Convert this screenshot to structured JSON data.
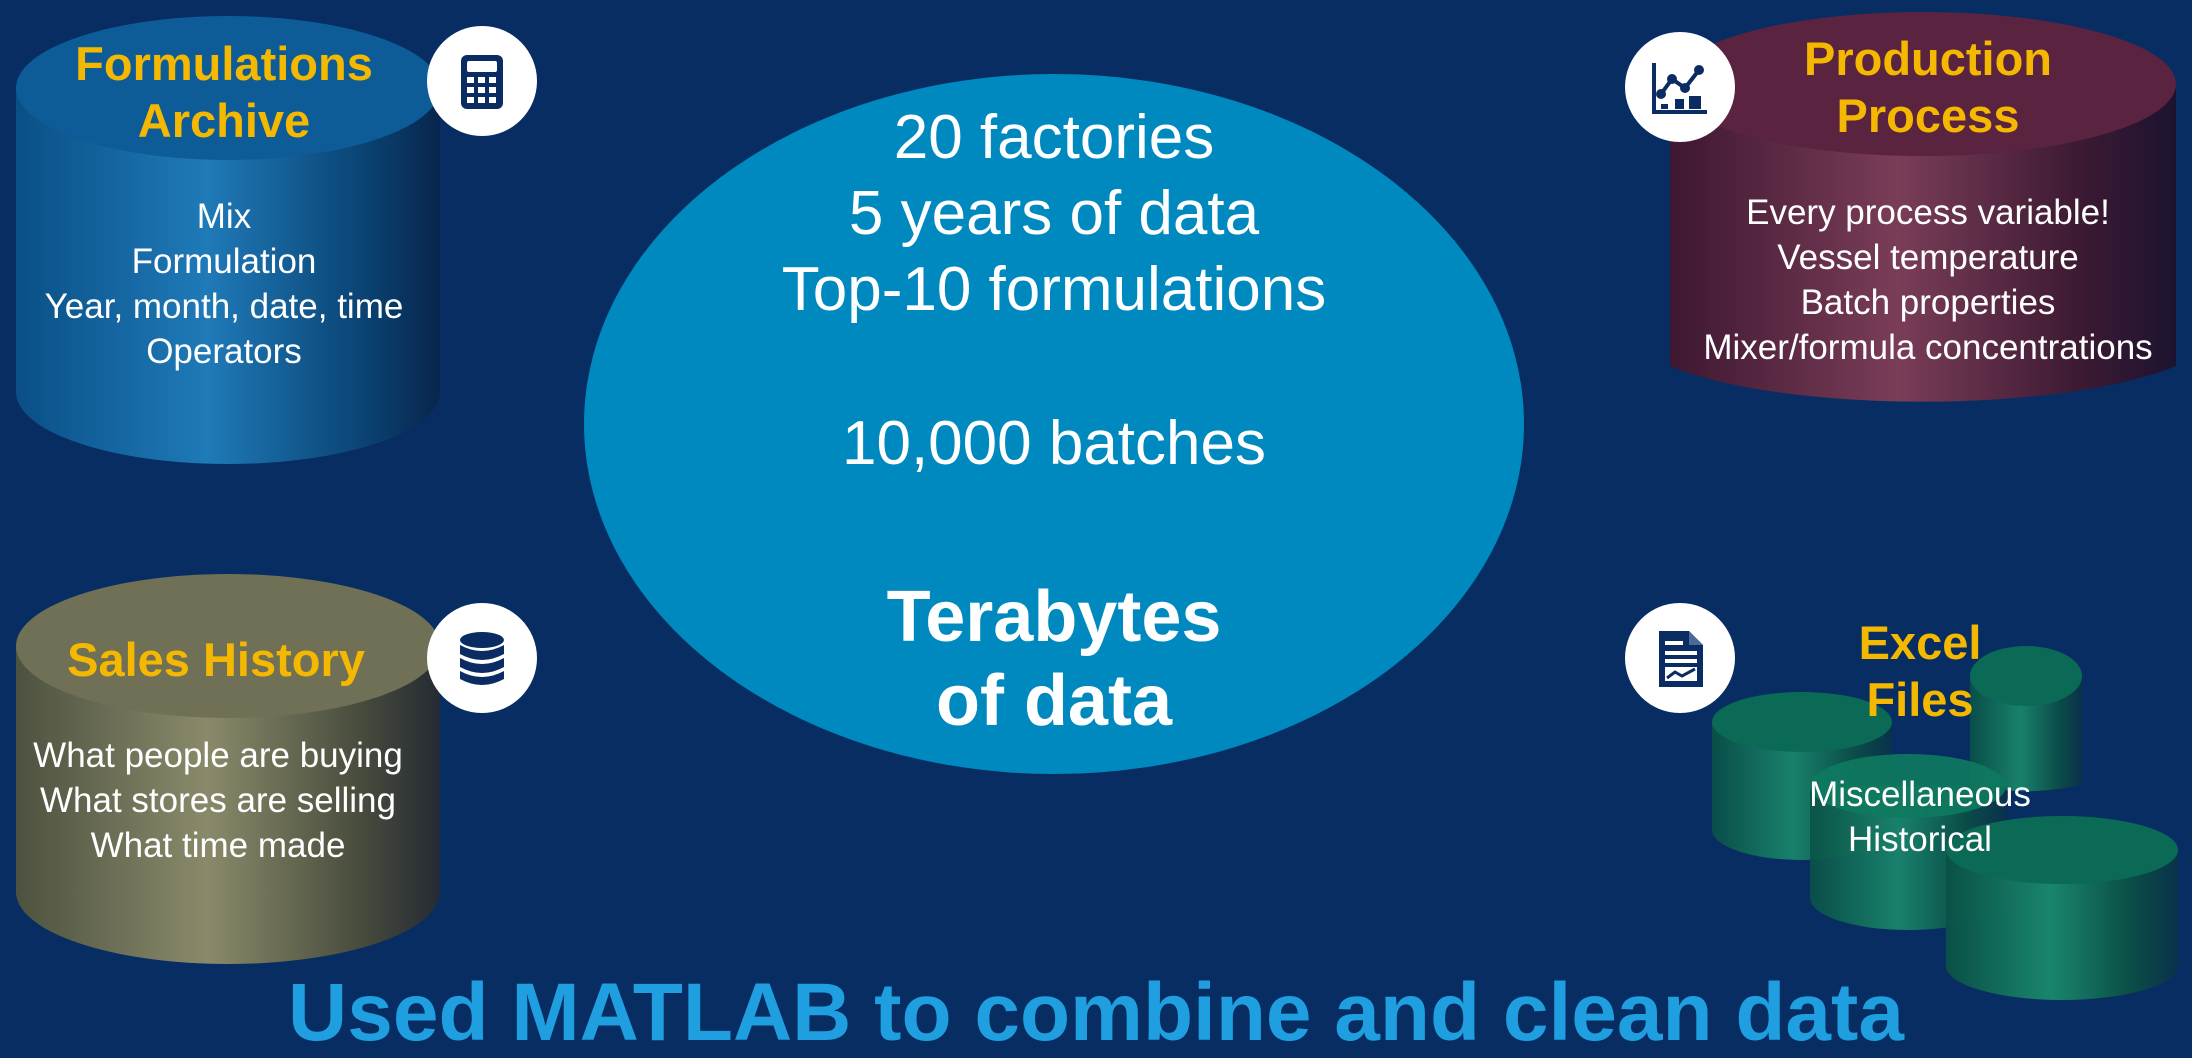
{
  "center": {
    "line1": "20 factories",
    "line2": "5 years of data",
    "line3": "Top-10 formulations",
    "batches": "10,000 batches",
    "terabytes_line1": "Terabytes",
    "terabytes_line2": "of data"
  },
  "formulations": {
    "title_line1": "Formulations",
    "title_line2": "Archive",
    "items": [
      "Mix",
      "Formulation",
      "Year, month, date, time",
      "Operators"
    ],
    "icon": "calculator-icon"
  },
  "sales": {
    "title": "Sales History",
    "items": [
      "What people are buying",
      "What stores are selling",
      "What time made"
    ],
    "icon": "database-icon"
  },
  "production": {
    "title_line1": "Production",
    "title_line2": "Process",
    "items": [
      "Every process variable!",
      "Vessel temperature",
      "Batch properties",
      "Mixer/formula concentrations"
    ],
    "icon": "line-chart-icon"
  },
  "excel": {
    "title_line1": "Excel",
    "title_line2": "Files",
    "items": [
      "Miscellaneous",
      "Historical"
    ],
    "icon": "document-chart-icon"
  },
  "footer": "Used MATLAB to combine and clean data",
  "colors": {
    "background": "#072d63",
    "title_accent": "#f4b800",
    "center_ellipse": "#0089bf",
    "footer_text": "#1f9ee0",
    "formulations_cylinder": "#0e5c97",
    "sales_cylinder": "#6f7056",
    "production_cylinder": "#5a2340",
    "excel_cylinder": "#0b6a55"
  }
}
